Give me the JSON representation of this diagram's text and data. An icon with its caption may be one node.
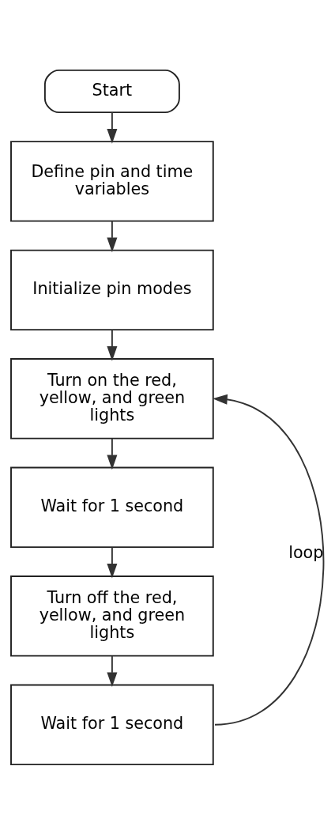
{
  "diagram": {
    "nodes": [
      {
        "text": [
          "Start"
        ]
      },
      {
        "text": [
          "Define pin and time variables"
        ]
      },
      {
        "text": [
          "Initialize pin modes"
        ]
      },
      {
        "text": [
          "Turn on the red, yellow, and green lights"
        ]
      },
      {
        "text": [
          "Wait for 1 second"
        ]
      },
      {
        "text": [
          "Turn off the red, yellow, and green lights"
        ]
      },
      {
        "text": [
          "Wait for 1 second"
        ]
      }
    ],
    "edges": [
      {
        "from": 0,
        "to": 1,
        "arrow": "to"
      },
      {
        "from": 1,
        "to": 2,
        "arrow": "to"
      },
      {
        "from": 2,
        "to": 3,
        "arrow": "to"
      },
      {
        "from": 3,
        "to": 4,
        "arrow": "to"
      },
      {
        "from": 4,
        "to": 5,
        "arrow": "to"
      },
      {
        "from": 5,
        "to": 6,
        "arrow": "to"
      },
      {
        "from": 6,
        "to": 3,
        "arrow": "to",
        "label": "loop"
      }
    ]
  }
}
